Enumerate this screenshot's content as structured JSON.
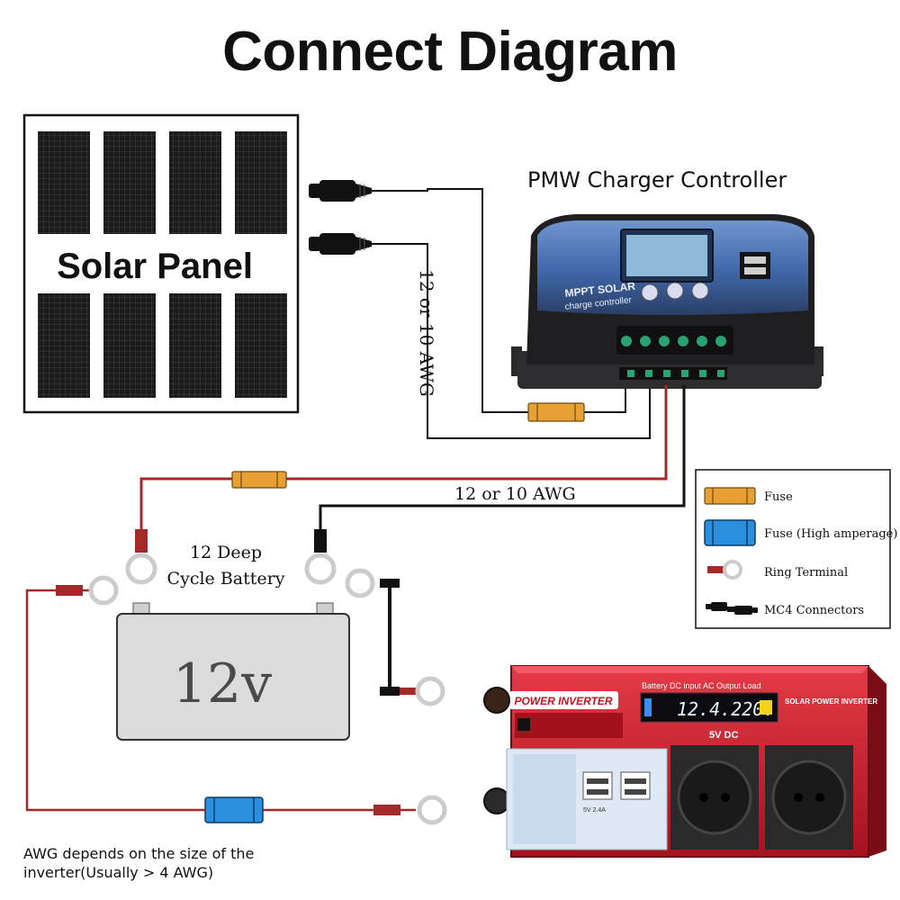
{
  "title": "Connect Diagram",
  "solar_panel": {
    "label": "Solar Panel"
  },
  "controller": {
    "heading": "PMW Charger Controller",
    "brand_line1": "MPPT SOLAR",
    "brand_line2": "charge controller"
  },
  "wire_labels": {
    "panel_to_controller": "12 or 10 AWG",
    "controller_to_battery": "12 or 10 AWG"
  },
  "battery": {
    "caption": "12 Deep\nCycle Battery",
    "label": "12v"
  },
  "inverter_note": "AWG depends on the size of the\ninverter(Usually > 4 AWG)",
  "legend": {
    "items": [
      {
        "icon": "fuse-icon",
        "label": "Fuse",
        "color": "#e39a2a"
      },
      {
        "icon": "high-amperage-fuse-icon",
        "label": "Fuse (High amperage)",
        "color": "#2b8fe0"
      },
      {
        "icon": "ring-terminal-icon",
        "label": "Ring Terminal",
        "color": "#a42a2a"
      },
      {
        "icon": "mc4-connector-icon",
        "label": "MC4 Connectors",
        "color": "#111111"
      }
    ]
  },
  "inverter": {
    "brand": "POWER INVERTER",
    "display_value": "12.4.220.",
    "status_header": "Battery   DC input   AC Output   Load",
    "usb_label": "5V DC",
    "right_title": "SOLAR POWER INVERTER",
    "usb_port_label": "5V 2.4A"
  },
  "colors": {
    "wire_red": "#a42a2a",
    "wire_black": "#111111",
    "panel_cell": "#1a1a1a",
    "controller_blue": "#3a5f9a",
    "inverter_red": "#d8202f",
    "battery_fill": "#dcdcdc"
  }
}
